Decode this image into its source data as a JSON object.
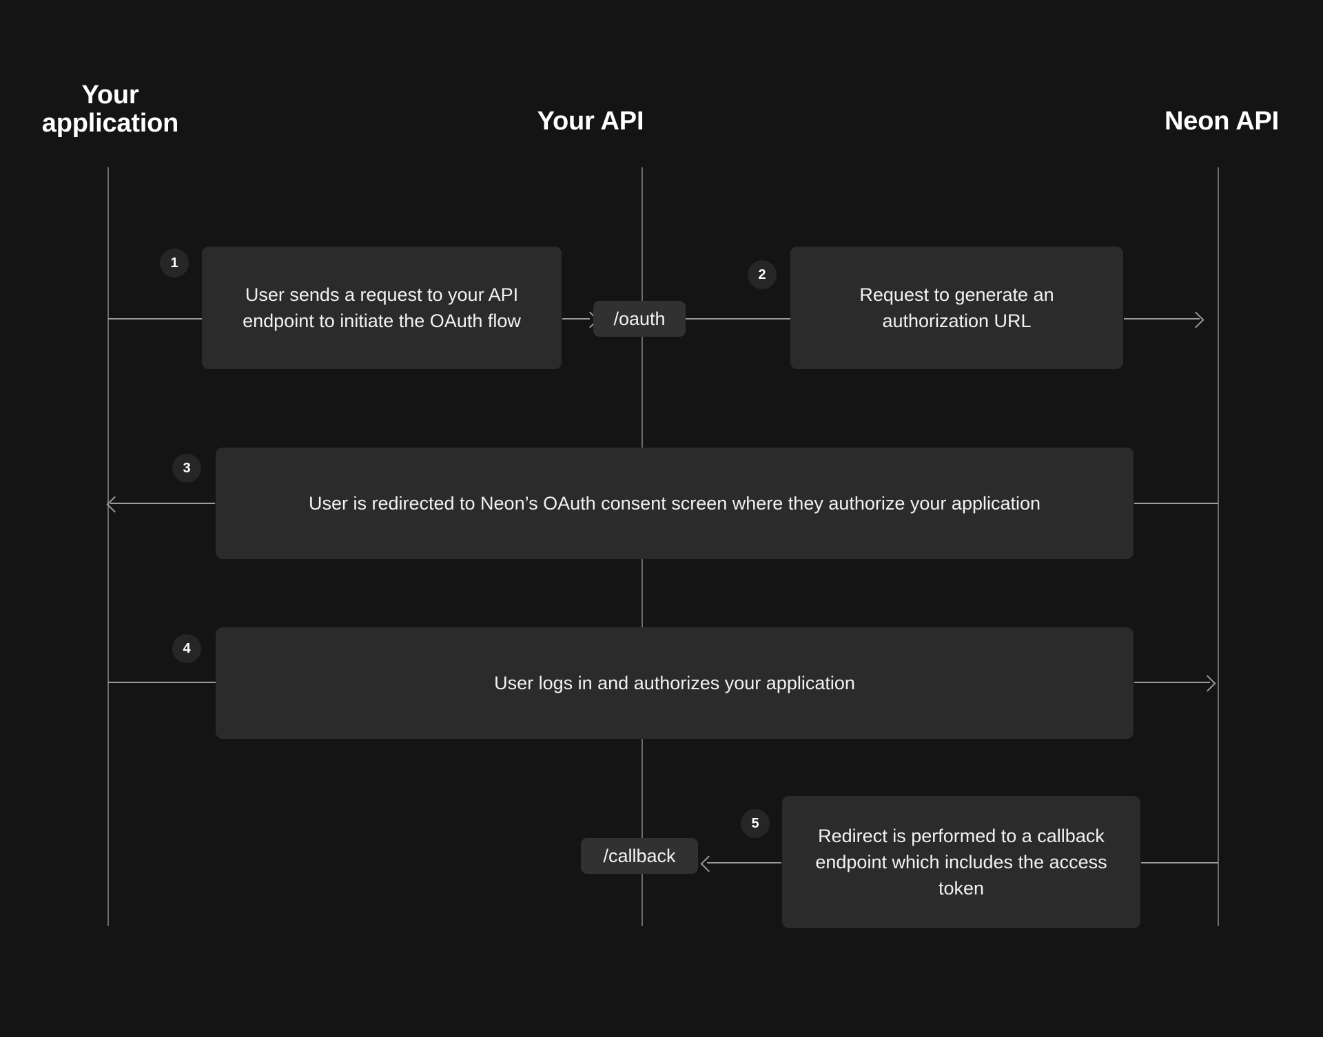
{
  "diagram": {
    "title": "Neon OAuth authorization flow sequence diagram",
    "background_color": "#141414",
    "box_color": "#2b2b2b",
    "pill_color": "#313131",
    "line_color": "#9b9b9b",
    "text_color": "#f2f2f2"
  },
  "participants": [
    {
      "id": "app",
      "label": "Your\napplication"
    },
    {
      "id": "yourapi",
      "label": "Your API"
    },
    {
      "id": "neonapi",
      "label": "Neon API"
    }
  ],
  "participant_labels": {
    "app_line1": "Your",
    "app_line2": "application",
    "yourapi": "Your API",
    "neonapi": "Neon API"
  },
  "steps": [
    {
      "number": "1",
      "text": "User sends a request to your API endpoint to initiate the OAuth flow",
      "from": "app",
      "to": "yourapi",
      "direction": "right"
    },
    {
      "number": "2",
      "text": "Request to generate an authorization URL",
      "from": "yourapi",
      "to": "neonapi",
      "direction": "right"
    },
    {
      "number": "3",
      "text": "User is redirected to Neon’s OAuth consent screen where they authorize your application",
      "from": "neonapi",
      "to": "app",
      "direction": "left"
    },
    {
      "number": "4",
      "text": "User logs in and authorizes your application",
      "from": "app",
      "to": "neonapi",
      "direction": "right"
    },
    {
      "number": "5",
      "text": "Redirect is performed to a callback endpoint which includes the access token",
      "from": "neonapi",
      "to": "yourapi",
      "direction": "left"
    }
  ],
  "endpoints": [
    {
      "id": "oauth",
      "label": "/oauth"
    },
    {
      "id": "callback",
      "label": "/callback"
    }
  ],
  "endpoint_labels": {
    "oauth": "/oauth",
    "callback": "/callback"
  }
}
